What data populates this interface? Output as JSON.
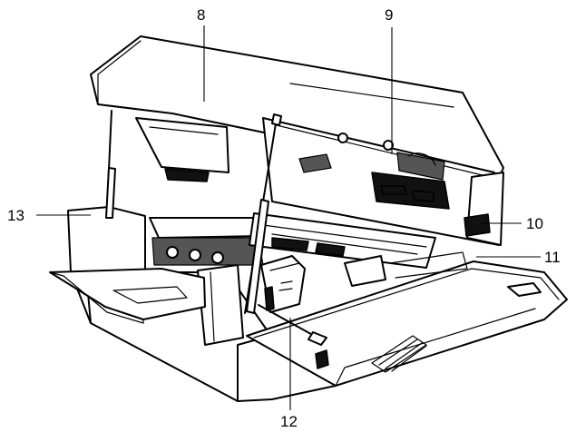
{
  "callouts": {
    "c8": "8",
    "c9": "9",
    "c10": "10",
    "c11": "11",
    "c12": "12",
    "c13": "13"
  }
}
